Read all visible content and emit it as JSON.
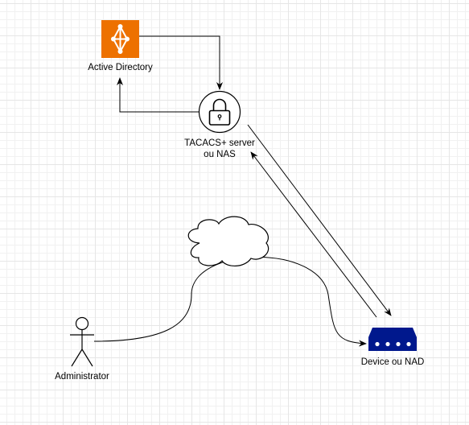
{
  "nodes": {
    "active_directory": {
      "label": "Active Directory",
      "icon": "active-directory-icon",
      "color": "#ed7100"
    },
    "tacacs_server": {
      "label_line1": "TACACS+ server",
      "label_line2": "ou NAS",
      "icon": "lock-icon"
    },
    "device": {
      "label": "Device ou NAD",
      "icon": "network-device-icon",
      "color": "#00188d"
    },
    "administrator": {
      "label": "Administrator",
      "icon": "person-icon"
    },
    "network": {
      "icon": "cloud-icon"
    }
  },
  "connections": [
    {
      "from": "active_directory",
      "to": "tacacs_server"
    },
    {
      "from": "tacacs_server",
      "to": "active_directory"
    },
    {
      "from": "tacacs_server",
      "to": "device"
    },
    {
      "from": "device",
      "to": "tacacs_server"
    },
    {
      "from": "administrator",
      "to": "device",
      "via": "network"
    }
  ]
}
